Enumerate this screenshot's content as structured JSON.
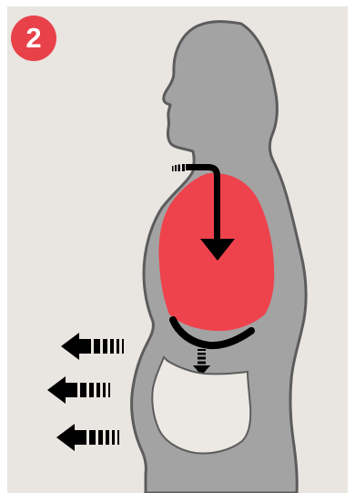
{
  "step_badge": {
    "number": "2",
    "color": "#e8414a",
    "text_color": "#ffffff"
  },
  "colors": {
    "background": "#e9e5e1",
    "body_fill": "#a3a3a3",
    "body_outline": "#5c5c5c",
    "lung_fill": "#ee434d",
    "arrow_color": "#000000",
    "cavity_fill": "#ece8e4"
  },
  "icons": [
    "person-silhouette",
    "lungs",
    "airflow-down-arrow",
    "diaphragm-curve",
    "diaphragm-down-arrow",
    "abdomen-out-arrow"
  ]
}
